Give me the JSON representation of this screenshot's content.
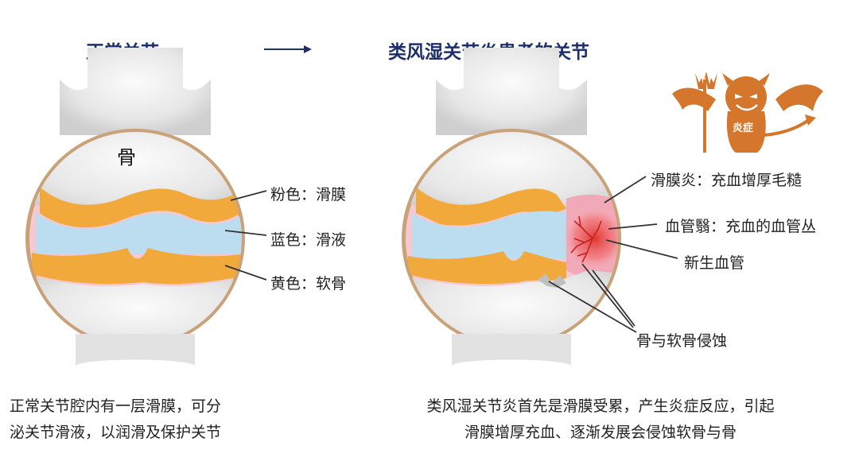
{
  "titles": {
    "normal": "正常关节",
    "ra": "类风湿关节炎患者的关节"
  },
  "normal_joint": {
    "bone_label": "骨",
    "labels": [
      "粉色：滑膜",
      "蓝色：滑液",
      "黄色：软骨"
    ]
  },
  "ra_joint": {
    "labels": [
      "滑膜炎：充血增厚毛糙",
      "血管翳：充血的血管丛",
      "新生血管",
      "骨与软骨侵蚀"
    ],
    "mascot_text": "炎症"
  },
  "captions": {
    "normal": [
      "正常关节腔内有一层滑膜，可分",
      "泌关节滑液，以润滑及保护关节"
    ],
    "ra": [
      "类风湿关节炎首先是滑膜受累，产生炎症反应，引起",
      "滑膜增厚充血、逐渐发展会侵蚀软骨与骨"
    ]
  },
  "colors": {
    "title": "#1f2f6b",
    "synovium": "#f6c8d2",
    "fluid": "#bcdcef",
    "cartilage": "#f2a93b",
    "capsule": "#c9a27a",
    "bone": "#e4e4e4",
    "mascot": "#d4762c",
    "inflammation": "#e0302a"
  }
}
